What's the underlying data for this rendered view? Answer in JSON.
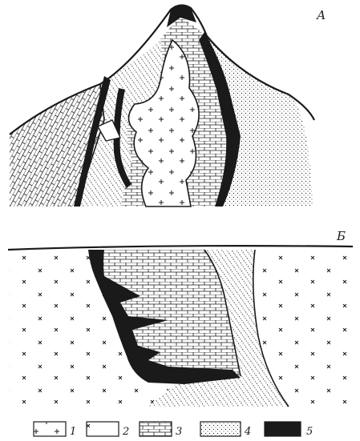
{
  "panels": [
    {
      "id": "top",
      "label": "А"
    },
    {
      "id": "bottom",
      "label": "Б"
    }
  ],
  "legend": [
    {
      "number": "1",
      "pattern": "plus"
    },
    {
      "number": "2",
      "pattern": "cross"
    },
    {
      "number": "3",
      "pattern": "brick"
    },
    {
      "number": "4",
      "pattern": "dots"
    },
    {
      "number": "5",
      "pattern": "black"
    }
  ],
  "colors": {
    "ink": "#1a1a1a",
    "paper": "#ffffff"
  }
}
